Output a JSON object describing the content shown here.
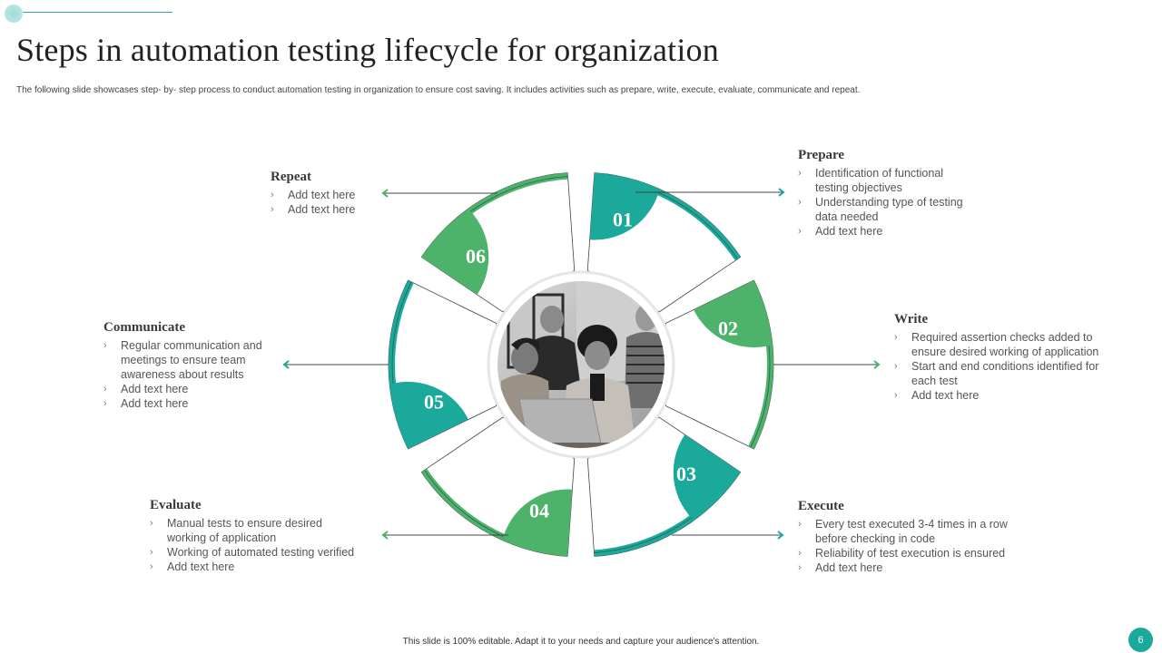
{
  "slide": {
    "title": "Steps in automation testing lifecycle for organization",
    "subtitle": "The following slide showcases step- by- step process to conduct automation testing in organization to ensure cost saving. It includes activities such as prepare, write, execute, evaluate, communicate and repeat.",
    "footer": "This slide is 100% editable.  Adapt it to your needs and capture your audience's attention.",
    "page_number": "6"
  },
  "colors": {
    "teal": "#1aa99a",
    "green": "#4db36b",
    "line": "#444444"
  },
  "center_image": "team-working-on-laptop-photo",
  "steps": [
    {
      "number": "01",
      "title": "Prepare",
      "color": "teal",
      "bullets": [
        "Identification  of functional testing objectives",
        "Understanding  type of testing data needed",
        "Add text here"
      ]
    },
    {
      "number": "02",
      "title": "Write",
      "color": "green",
      "bullets": [
        "Required  assertion checks added to ensure desired working  of application",
        "Start and end conditions identified for each test",
        "Add text here"
      ]
    },
    {
      "number": "03",
      "title": "Execute",
      "color": "teal",
      "bullets": [
        "Every  test executed 3-4 times in a row before  checking in code",
        "Reliability of test execution is ensured",
        "Add text here"
      ]
    },
    {
      "number": "04",
      "title": "Evaluate",
      "color": "green",
      "bullets": [
        "Manual tests to ensure  desired working of application",
        "Working of automated testing verified",
        "Add text here"
      ]
    },
    {
      "number": "05",
      "title": "Communicate",
      "color": "teal",
      "bullets": [
        "Regular  communication and meetings to ensure team awareness  about results",
        "Add text here",
        "Add text here"
      ]
    },
    {
      "number": "06",
      "title": "Repeat",
      "color": "green",
      "bullets": [
        "Add text here",
        "Add text here"
      ]
    }
  ],
  "bullet_glyph": "›"
}
